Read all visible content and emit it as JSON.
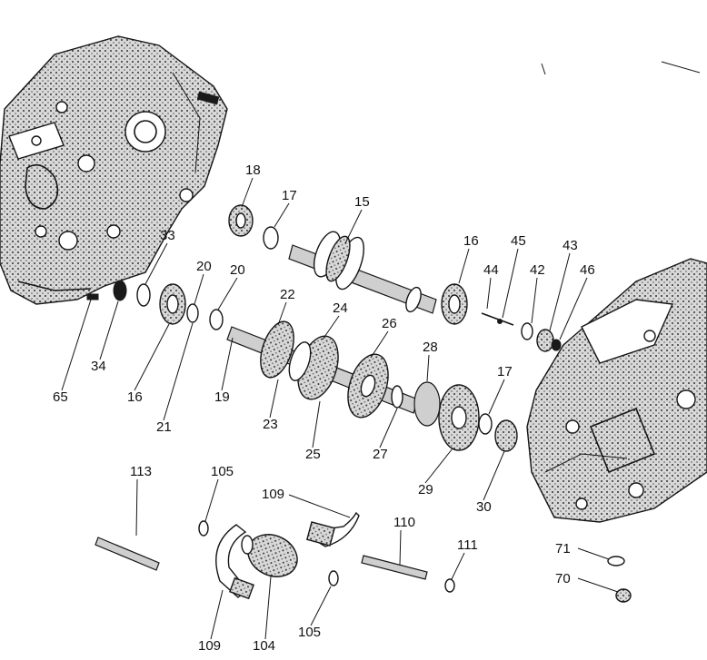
{
  "parts": [
    {
      "key": "p18",
      "text": "18"
    },
    {
      "key": "p17a",
      "text": "17"
    },
    {
      "key": "p15",
      "text": "15"
    },
    {
      "key": "p16a",
      "text": "16"
    },
    {
      "key": "p45",
      "text": "45"
    },
    {
      "key": "p43",
      "text": "43"
    },
    {
      "key": "p44",
      "text": "44"
    },
    {
      "key": "p42",
      "text": "42"
    },
    {
      "key": "p46",
      "text": "46"
    },
    {
      "key": "p33",
      "text": "33"
    },
    {
      "key": "p20a",
      "text": "20"
    },
    {
      "key": "p20b",
      "text": "20"
    },
    {
      "key": "p22",
      "text": "22"
    },
    {
      "key": "p24",
      "text": "24"
    },
    {
      "key": "p26",
      "text": "26"
    },
    {
      "key": "p28",
      "text": "28"
    },
    {
      "key": "p34",
      "text": "34"
    },
    {
      "key": "p65",
      "text": "65"
    },
    {
      "key": "p16b",
      "text": "16"
    },
    {
      "key": "p21",
      "text": "21"
    },
    {
      "key": "p19",
      "text": "19"
    },
    {
      "key": "p23",
      "text": "23"
    },
    {
      "key": "p25",
      "text": "25"
    },
    {
      "key": "p27",
      "text": "27"
    },
    {
      "key": "p29",
      "text": "29"
    },
    {
      "key": "p17b",
      "text": "17"
    },
    {
      "key": "p30",
      "text": "30"
    },
    {
      "key": "p113",
      "text": "113"
    },
    {
      "key": "p105a",
      "text": "105"
    },
    {
      "key": "p109a",
      "text": "109"
    },
    {
      "key": "p110",
      "text": "110"
    },
    {
      "key": "p111",
      "text": "111"
    },
    {
      "key": "p71",
      "text": "71"
    },
    {
      "key": "p70",
      "text": "70"
    },
    {
      "key": "p109b",
      "text": "109"
    },
    {
      "key": "p104",
      "text": "104"
    },
    {
      "key": "p105b",
      "text": "105"
    }
  ]
}
